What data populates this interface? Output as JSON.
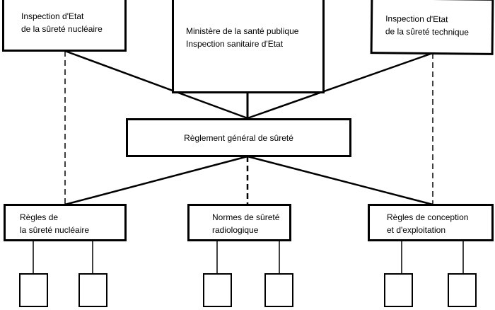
{
  "top": {
    "left": {
      "line1": "Inspection d'Etat",
      "line2": "de la sûreté nucléaire"
    },
    "center": {
      "line1": "Ministère de la santé publique",
      "line2": "Inspection sanitaire d'Etat"
    },
    "right": {
      "line1": "Inspection d'Etat",
      "line2": "de la sûreté technique"
    }
  },
  "middle": {
    "label": "Règlement général de sûreté"
  },
  "bottom": {
    "left": {
      "line1": "Règles de",
      "line2": "la sûreté nucléaire"
    },
    "center": {
      "line1": "Normes de sûreté",
      "line2": "radiologique"
    },
    "right": {
      "line1": "Règles de conception",
      "line2": "et d'exploitation"
    }
  }
}
